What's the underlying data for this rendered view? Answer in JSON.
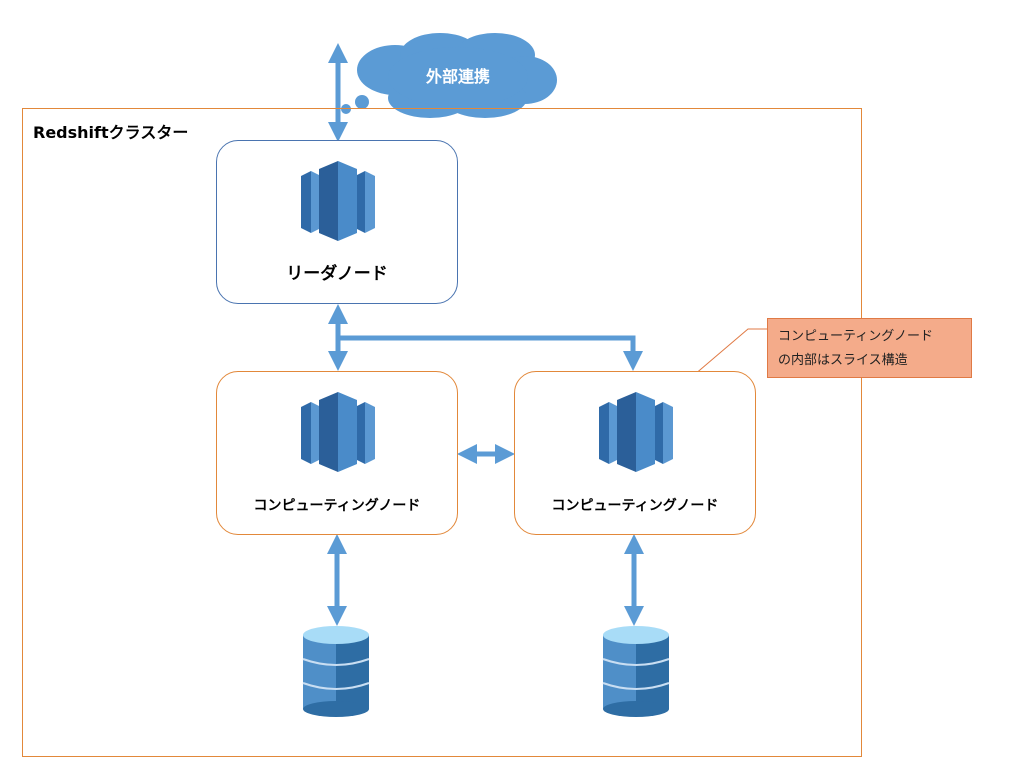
{
  "cluster": {
    "title": "Redshiftクラスター"
  },
  "external": {
    "label": "外部連携"
  },
  "leader_node": {
    "label": "リーダノード"
  },
  "compute_nodes": [
    {
      "label": "コンピューティングノード"
    },
    {
      "label": "コンピューティングノード"
    }
  ],
  "callout": {
    "line1": "コンピューティングノード",
    "line2": "の内部はスライス構造"
  },
  "colors": {
    "arrow": "#5b9bd5",
    "cluster_border": "#e2883a",
    "leader_border": "#4a74b0",
    "cloud": "#5b9bd5",
    "callout_fill": "#f4ab8a"
  },
  "icons": [
    "redshift-icon",
    "database-icon",
    "cloud-icon"
  ]
}
